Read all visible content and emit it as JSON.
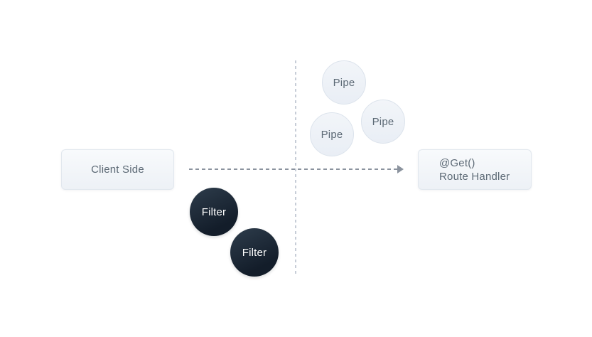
{
  "colors": {
    "background": "#ffffff",
    "node_text": "#5c6975",
    "filter_fill_top": "#2e3d4c",
    "filter_fill_bottom": "#131d2a",
    "filter_text": "#ffffff",
    "pipe_fill_top": "#f2f5f9",
    "pipe_fill_bottom": "#e9eef5",
    "pipe_border": "#dce3ec",
    "box_fill_top": "#f8fafc",
    "box_fill_bottom": "#edf1f6",
    "box_border": "#e1e7ee",
    "arrow": "#8b939e",
    "boundary_line": "#c7cdd7"
  },
  "nodes": {
    "client": {
      "label": "Client Side"
    },
    "route_handler": {
      "lines": [
        "@Get()",
        "Route Handler"
      ]
    },
    "pipes": [
      {
        "label": "Pipe"
      },
      {
        "label": "Pipe"
      },
      {
        "label": "Pipe"
      }
    ],
    "filters": [
      {
        "label": "Filter"
      },
      {
        "label": "Filter"
      }
    ]
  }
}
